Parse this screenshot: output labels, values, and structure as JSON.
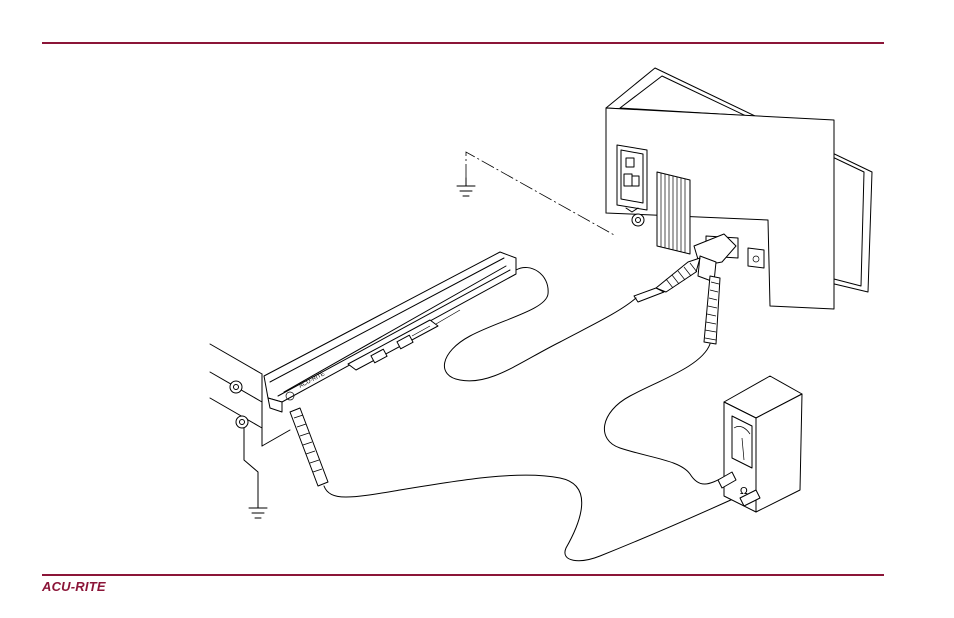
{
  "brand": {
    "name": "ACU-RITE",
    "color": "#8b1538"
  },
  "illustration": {
    "scale_label": "ACU-RITE",
    "meter_symbol": "Ω",
    "icons": [
      "ground-symbol",
      "ground-symbol",
      "power-switch-icon",
      "ohmmeter-icon"
    ]
  }
}
